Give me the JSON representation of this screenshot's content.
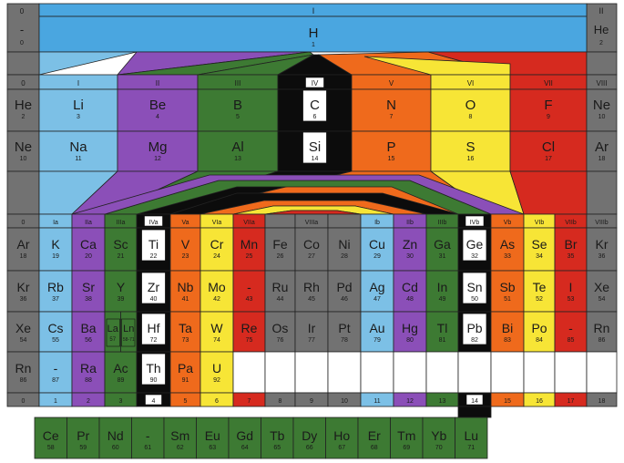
{
  "colors": {
    "gray": "#727272",
    "sky": "#7cc0e6",
    "hblue": "#4aa6e0",
    "purple": "#8b4fb8",
    "green": "#3d7a33",
    "black": "#0c0c0c",
    "orange": "#ef6a1c",
    "yellow": "#f7e536",
    "red": "#d62a1f",
    "white": "#ffffff",
    "label": "#1a1a1a"
  },
  "top": {
    "group_label": "I",
    "right_label": "II",
    "h_symbol": "H",
    "h_number": "1",
    "left_symbol": "-",
    "left_number": "0",
    "left_top_label": "0",
    "he_symbol": "He",
    "he_number": "2"
  },
  "short_headers": [
    "0",
    "I",
    "II",
    "III",
    "IV",
    "V",
    "VI",
    "VII",
    "VIII"
  ],
  "short_rows": [
    [
      {
        "s": "He",
        "n": "2"
      },
      {
        "s": "Li",
        "n": "3"
      },
      {
        "s": "Be",
        "n": "4"
      },
      {
        "s": "B",
        "n": "5"
      },
      {
        "s": "C",
        "n": "6"
      },
      {
        "s": "N",
        "n": "7"
      },
      {
        "s": "O",
        "n": "8"
      },
      {
        "s": "F",
        "n": "9"
      },
      {
        "s": "Ne",
        "n": "10"
      }
    ],
    [
      {
        "s": "Ne",
        "n": "10"
      },
      {
        "s": "Na",
        "n": "11"
      },
      {
        "s": "Mg",
        "n": "12"
      },
      {
        "s": "Al",
        "n": "13"
      },
      {
        "s": "Si",
        "n": "14"
      },
      {
        "s": "P",
        "n": "15"
      },
      {
        "s": "S",
        "n": "16"
      },
      {
        "s": "Cl",
        "n": "17"
      },
      {
        "s": "Ar",
        "n": "18"
      }
    ]
  ],
  "long_headers": [
    "0",
    "Ia",
    "IIa",
    "IIIa",
    "IVa",
    "Va",
    "VIa",
    "VIIa",
    "",
    "VIIIa",
    "",
    "Ib",
    "IIb",
    "IIIb",
    "IVb",
    "Vb",
    "VIb",
    "VIIb",
    "VIIIb"
  ],
  "long_rows": [
    [
      {
        "s": "Ar",
        "n": "18"
      },
      {
        "s": "K",
        "n": "19"
      },
      {
        "s": "Ca",
        "n": "20"
      },
      {
        "s": "Sc",
        "n": "21"
      },
      {
        "s": "Ti",
        "n": "22"
      },
      {
        "s": "V",
        "n": "23"
      },
      {
        "s": "Cr",
        "n": "24"
      },
      {
        "s": "Mn",
        "n": "25"
      },
      {
        "s": "Fe",
        "n": "26"
      },
      {
        "s": "Co",
        "n": "27"
      },
      {
        "s": "Ni",
        "n": "28"
      },
      {
        "s": "Cu",
        "n": "29"
      },
      {
        "s": "Zn",
        "n": "30"
      },
      {
        "s": "Ga",
        "n": "31"
      },
      {
        "s": "Ge",
        "n": "32"
      },
      {
        "s": "As",
        "n": "33"
      },
      {
        "s": "Se",
        "n": "34"
      },
      {
        "s": "Br",
        "n": "35"
      },
      {
        "s": "Kr",
        "n": "36"
      }
    ],
    [
      {
        "s": "Kr",
        "n": "36"
      },
      {
        "s": "Rb",
        "n": "37"
      },
      {
        "s": "Sr",
        "n": "38"
      },
      {
        "s": "Y",
        "n": "39"
      },
      {
        "s": "Zr",
        "n": "40"
      },
      {
        "s": "Nb",
        "n": "41"
      },
      {
        "s": "Mo",
        "n": "42"
      },
      {
        "s": "-",
        "n": "43"
      },
      {
        "s": "Ru",
        "n": "44"
      },
      {
        "s": "Rh",
        "n": "45"
      },
      {
        "s": "Pd",
        "n": "46"
      },
      {
        "s": "Ag",
        "n": "47"
      },
      {
        "s": "Cd",
        "n": "48"
      },
      {
        "s": "In",
        "n": "49"
      },
      {
        "s": "Sn",
        "n": "50"
      },
      {
        "s": "Sb",
        "n": "51"
      },
      {
        "s": "Te",
        "n": "52"
      },
      {
        "s": "I",
        "n": "53"
      },
      {
        "s": "Xe",
        "n": "54"
      }
    ],
    [
      {
        "s": "Xe",
        "n": "54"
      },
      {
        "s": "Cs",
        "n": "55"
      },
      {
        "s": "Ba",
        "n": "56"
      },
      {
        "s": "",
        "n": ""
      },
      {
        "s": "Hf",
        "n": "72"
      },
      {
        "s": "Ta",
        "n": "73"
      },
      {
        "s": "W",
        "n": "74"
      },
      {
        "s": "Re",
        "n": "75"
      },
      {
        "s": "Os",
        "n": "76"
      },
      {
        "s": "Ir",
        "n": "77"
      },
      {
        "s": "Pt",
        "n": "78"
      },
      {
        "s": "Au",
        "n": "79"
      },
      {
        "s": "Hg",
        "n": "80"
      },
      {
        "s": "Tl",
        "n": "81"
      },
      {
        "s": "Pb",
        "n": "82"
      },
      {
        "s": "Bi",
        "n": "83"
      },
      {
        "s": "Po",
        "n": "84"
      },
      {
        "s": "-",
        "n": "85"
      },
      {
        "s": "Rn",
        "n": "86"
      }
    ],
    [
      {
        "s": "Rn",
        "n": "86"
      },
      {
        "s": "-",
        "n": "87"
      },
      {
        "s": "Ra",
        "n": "88"
      },
      {
        "s": "Ac",
        "n": "89"
      },
      {
        "s": "Th",
        "n": "90"
      },
      {
        "s": "Pa",
        "n": "91"
      },
      {
        "s": "U",
        "n": "92"
      },
      {
        "s": "",
        "n": ""
      },
      {
        "s": "",
        "n": ""
      },
      {
        "s": "",
        "n": ""
      },
      {
        "s": "",
        "n": ""
      },
      {
        "s": "",
        "n": ""
      },
      {
        "s": "",
        "n": ""
      },
      {
        "s": "",
        "n": ""
      },
      {
        "s": "",
        "n": ""
      },
      {
        "s": "",
        "n": ""
      },
      {
        "s": "",
        "n": ""
      },
      {
        "s": "",
        "n": ""
      },
      {
        "s": "",
        "n": ""
      }
    ]
  ],
  "la_split": {
    "la_s": "La",
    "la_n": "57",
    "ln_s": "Ln",
    "ln_n": "58-71"
  },
  "bottom_numbers": [
    "0",
    "1",
    "2",
    "3",
    "4",
    "5",
    "6",
    "7",
    "8",
    "9",
    "10",
    "11",
    "12",
    "13",
    "14",
    "15",
    "16",
    "17",
    "18"
  ],
  "lanthanides": [
    {
      "s": "Ce",
      "n": "58"
    },
    {
      "s": "Pr",
      "n": "59"
    },
    {
      "s": "Nd",
      "n": "60"
    },
    {
      "s": "-",
      "n": "61"
    },
    {
      "s": "Sm",
      "n": "62"
    },
    {
      "s": "Eu",
      "n": "63"
    },
    {
      "s": "Gd",
      "n": "64"
    },
    {
      "s": "Tb",
      "n": "65"
    },
    {
      "s": "Dy",
      "n": "66"
    },
    {
      "s": "Ho",
      "n": "67"
    },
    {
      "s": "Er",
      "n": "68"
    },
    {
      "s": "Tm",
      "n": "69"
    },
    {
      "s": "Yb",
      "n": "70"
    },
    {
      "s": "Lu",
      "n": "71"
    }
  ]
}
